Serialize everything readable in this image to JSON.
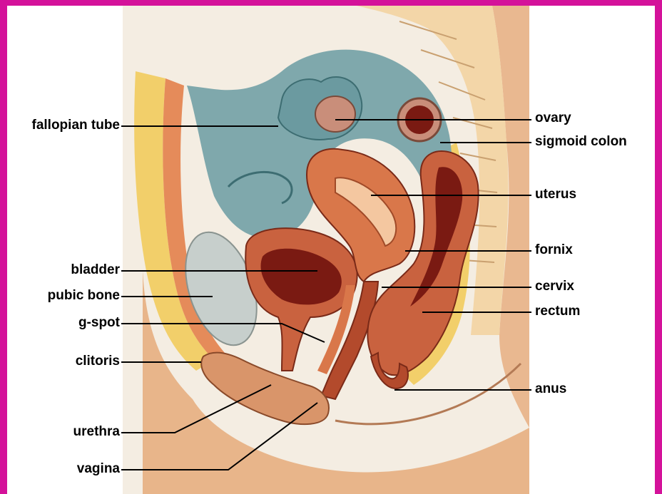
{
  "diagram": {
    "labels_left": [
      {
        "id": "fallopian-tube",
        "text": "fallopian tube"
      },
      {
        "id": "bladder",
        "text": "bladder"
      },
      {
        "id": "pubic-bone",
        "text": "pubic bone"
      },
      {
        "id": "g-spot",
        "text": "g-spot"
      },
      {
        "id": "clitoris",
        "text": "clitoris"
      },
      {
        "id": "urethra",
        "text": "urethra"
      },
      {
        "id": "vagina",
        "text": "vagina"
      }
    ],
    "labels_right": [
      {
        "id": "ovary",
        "text": "ovary"
      },
      {
        "id": "sigmoid-colon",
        "text": "sigmoid colon"
      },
      {
        "id": "uterus",
        "text": "uterus"
      },
      {
        "id": "fornix",
        "text": "fornix"
      },
      {
        "id": "cervix",
        "text": "cervix"
      },
      {
        "id": "rectum",
        "text": "rectum"
      },
      {
        "id": "anus",
        "text": "anus"
      }
    ]
  },
  "colors": {
    "border": "#d4129a",
    "background": "#ffffff",
    "skin": "#e8b58a",
    "fat": "#f2cf6a",
    "peritoneum": "#7fa8ac",
    "muscle": "#c9623f",
    "lumen": "#7a1a12",
    "bone": "#c7cfcc",
    "spine": "#f3d6a8"
  }
}
